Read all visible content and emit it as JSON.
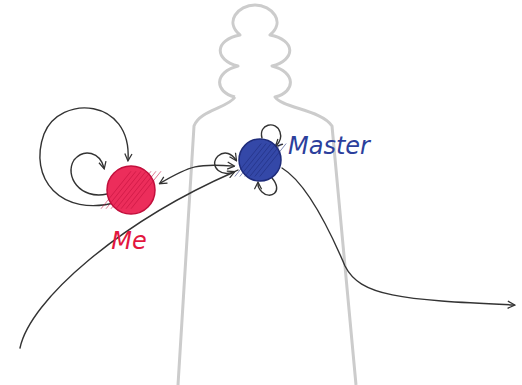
{
  "diagram": {
    "nodes": [
      {
        "text": [
          "Me"
        ]
      },
      {
        "text": [
          "Master"
        ]
      }
    ],
    "edges": [
      {
        "from": 0,
        "to": 1,
        "arrow": "both"
      }
    ]
  }
}
